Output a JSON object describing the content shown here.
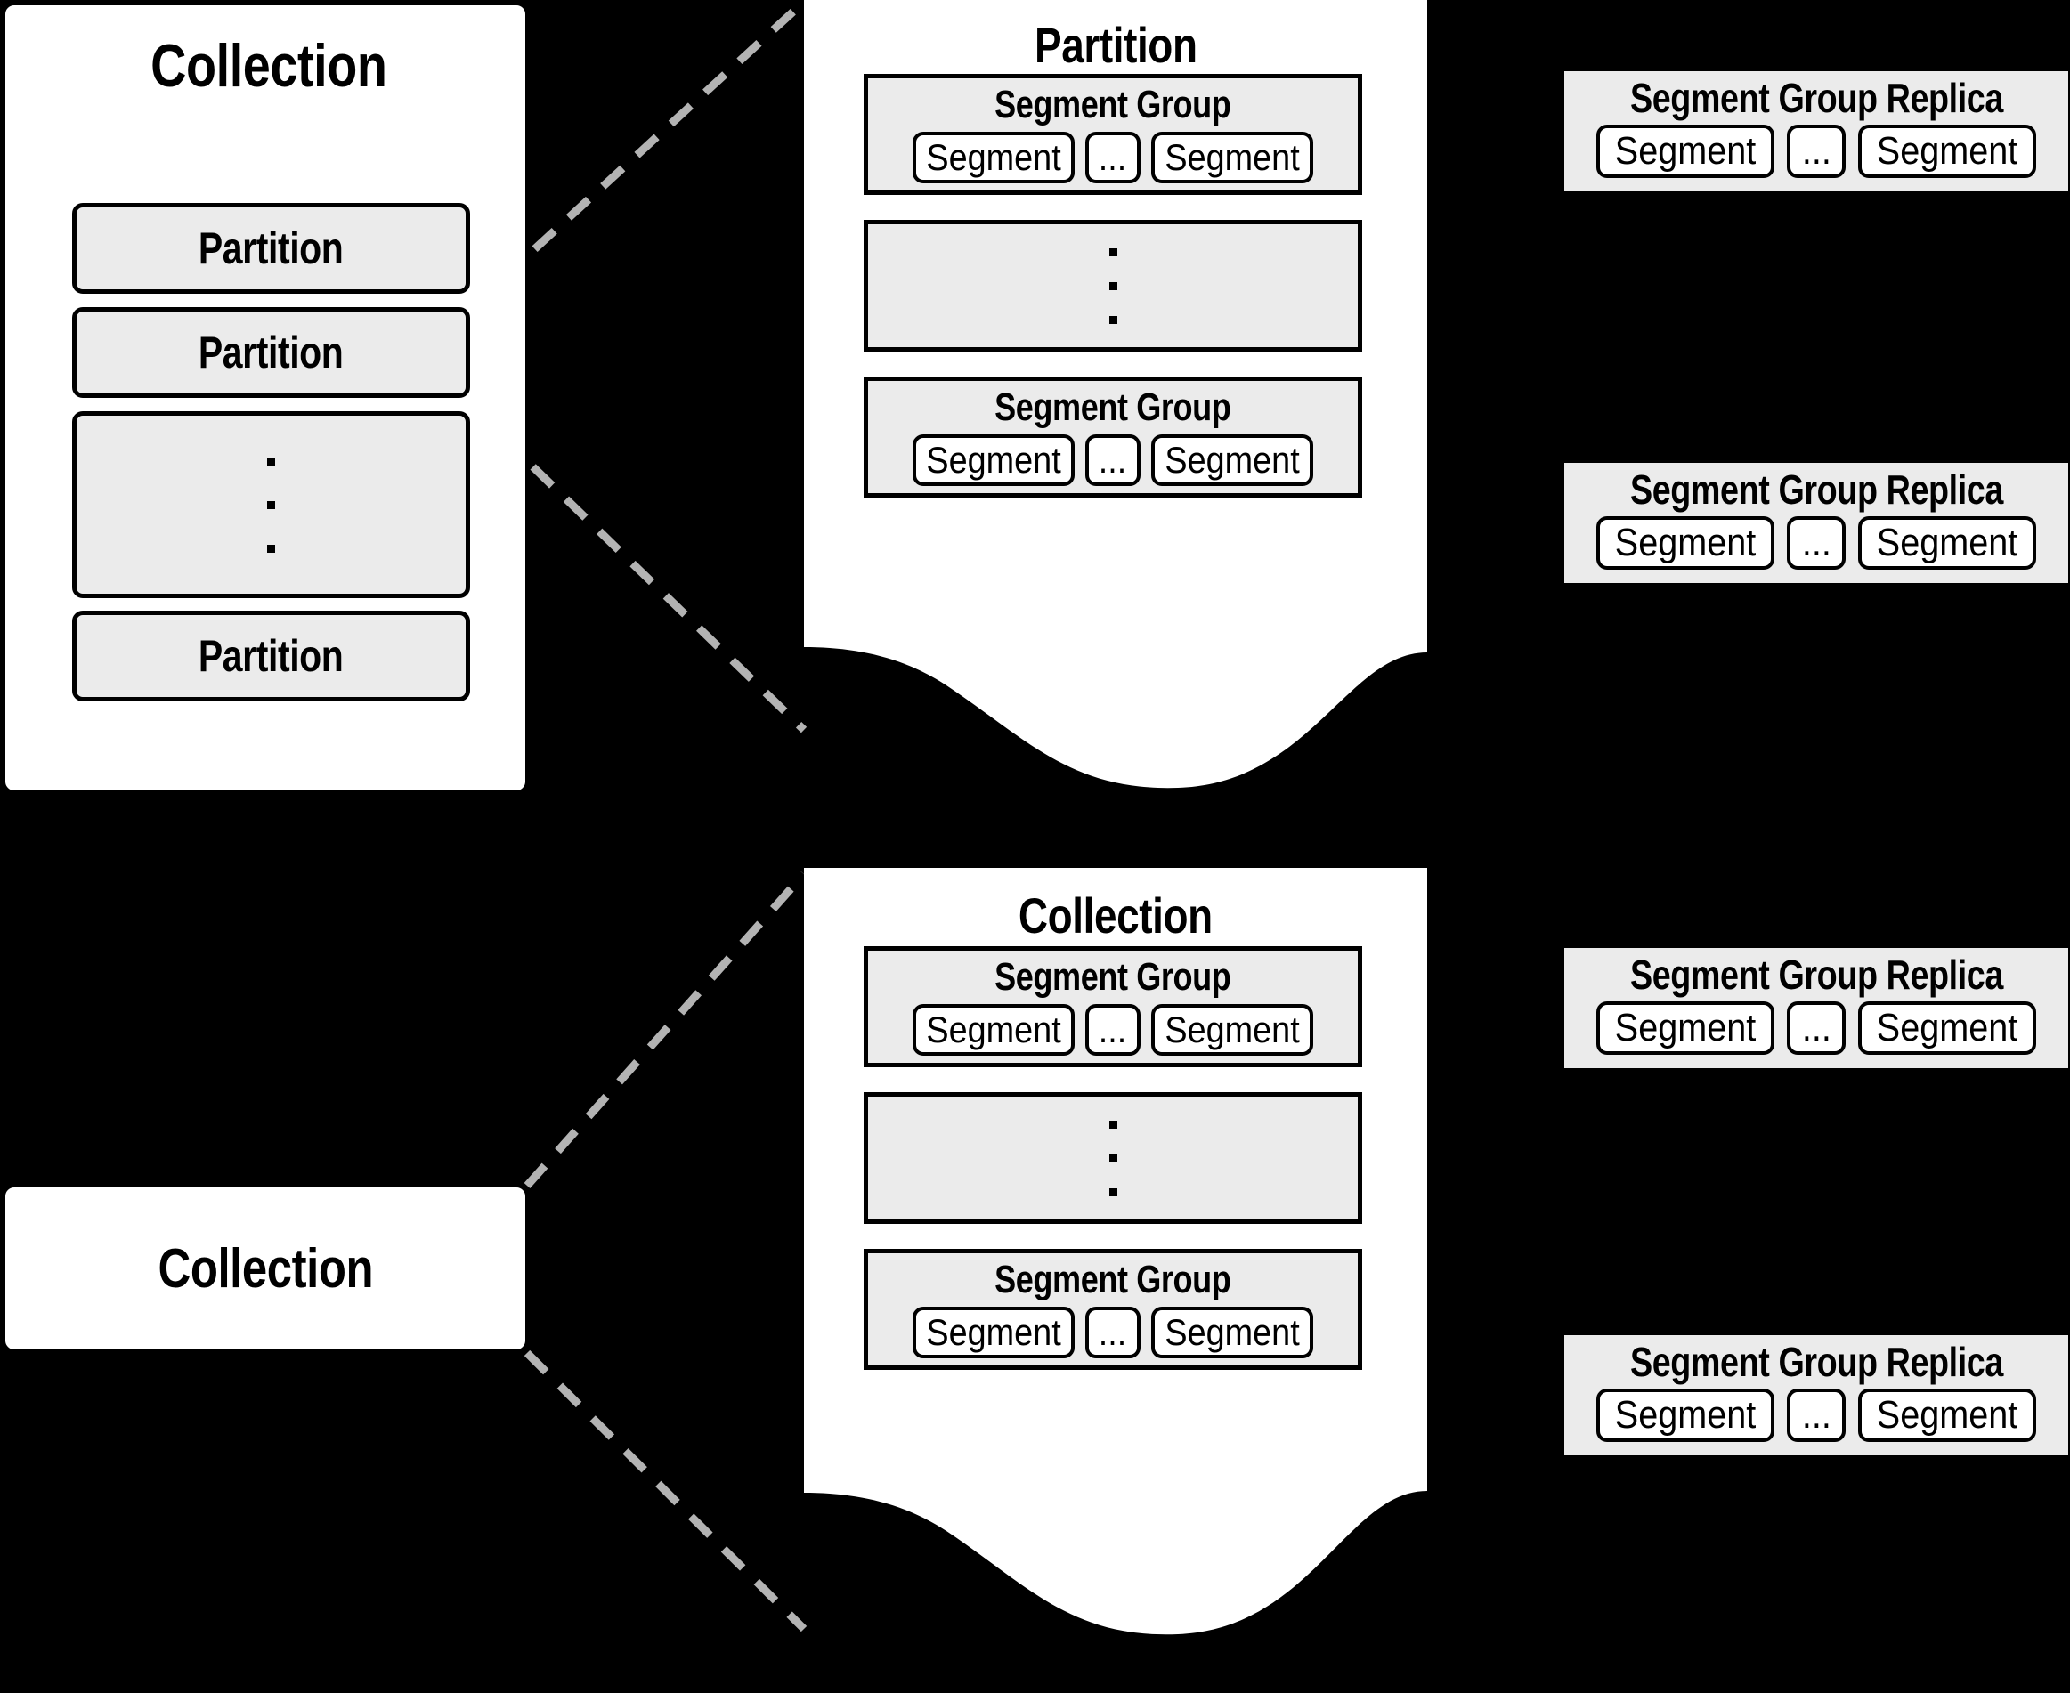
{
  "diagram": {
    "title_top_left": "Collection",
    "title_bottom_left": "Collection",
    "ellipsis_inline": "...",
    "labels": {
      "collection": "Collection",
      "partition": "Partition",
      "segment_group": "Segment Group",
      "segment_group_replica": "Segment Group Replica",
      "segment": "Segment"
    },
    "colors": {
      "background": "#000000",
      "panel": "#ffffff",
      "block": "#ebebeb",
      "stroke": "#000000",
      "dashed_connector": "#b3b3b3"
    }
  },
  "top_left_collection": {
    "title": "Collection",
    "rows": [
      {
        "type": "label",
        "text": "Partition"
      },
      {
        "type": "label",
        "text": "Partition"
      },
      {
        "type": "ellipsis",
        "text": ""
      },
      {
        "type": "label",
        "text": "Partition"
      }
    ]
  },
  "top_partition_panel": {
    "title": "Partition",
    "groups": [
      {
        "type": "group",
        "title": "Segment Group",
        "segments": [
          "Segment",
          "...",
          "Segment"
        ]
      },
      {
        "type": "ellipsis",
        "title": "",
        "segments": []
      },
      {
        "type": "group",
        "title": "Segment Group",
        "segments": [
          "Segment",
          "...",
          "Segment"
        ]
      }
    ]
  },
  "top_replicas": [
    {
      "title": "Segment Group Replica",
      "segments": [
        "Segment",
        "...",
        "Segment"
      ]
    },
    {
      "title": "Segment Group Replica",
      "segments": [
        "Segment",
        "...",
        "Segment"
      ]
    }
  ],
  "bottom_left_collection": {
    "title": "Collection"
  },
  "bottom_collection_panel": {
    "title": "Collection",
    "groups": [
      {
        "type": "group",
        "title": "Segment Group",
        "segments": [
          "Segment",
          "...",
          "Segment"
        ]
      },
      {
        "type": "ellipsis",
        "title": "",
        "segments": []
      },
      {
        "type": "group",
        "title": "Segment Group",
        "segments": [
          "Segment",
          "...",
          "Segment"
        ]
      }
    ]
  },
  "bottom_replicas": [
    {
      "title": "Segment Group Replica",
      "segments": [
        "Segment",
        "...",
        "Segment"
      ]
    },
    {
      "title": "Segment Group Replica",
      "segments": [
        "Segment",
        "...",
        "Segment"
      ]
    }
  ]
}
